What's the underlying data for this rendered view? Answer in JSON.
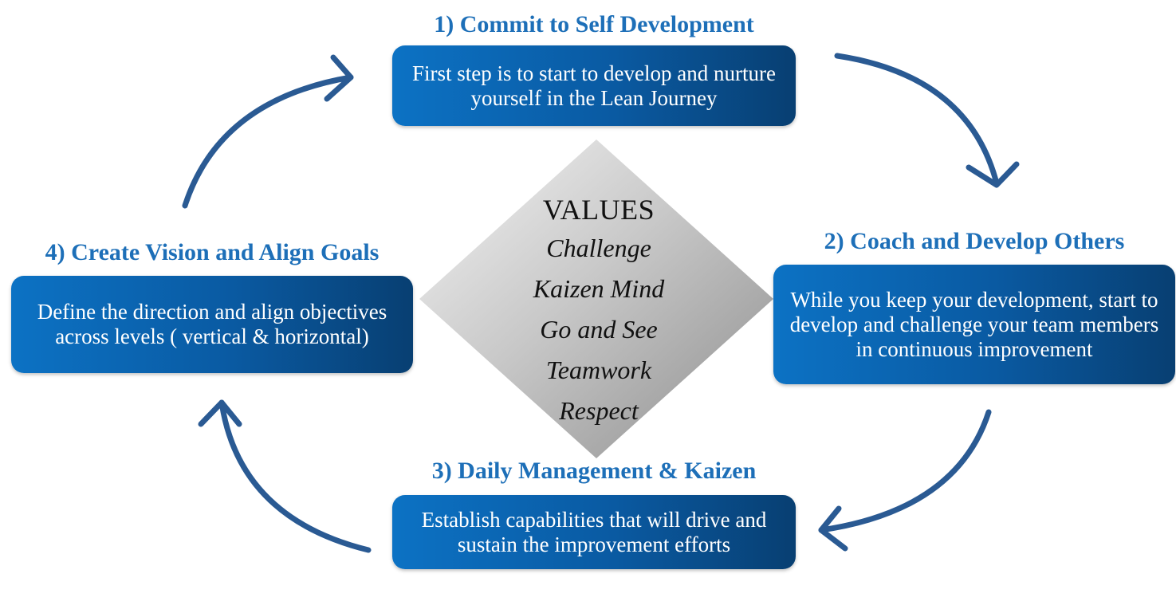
{
  "center": {
    "title": "VALUES",
    "items": [
      "Challenge",
      "Kaizen Mind",
      "Go and See",
      "Teamwork",
      "Respect"
    ]
  },
  "steps": [
    {
      "title": "1) Commit to Self Development",
      "description": "First step is to start to develop and nurture yourself  in the Lean Journey"
    },
    {
      "title": "2) Coach and Develop Others",
      "description": "While you keep your development, start to develop and challenge your team members in continuous improvement"
    },
    {
      "title": "3) Daily Management & Kaizen",
      "description": "Establish capabilities that will drive and sustain the improvement efforts"
    },
    {
      "title": "4) Create Vision and Align Goals",
      "description": "Define  the direction and align objectives across levels ( vertical & horizontal)"
    }
  ],
  "colors": {
    "title_blue": "#1d6fb8",
    "box_light": "#0c72c4",
    "box_dark": "#083f72",
    "arrow": "#2a5a93"
  }
}
